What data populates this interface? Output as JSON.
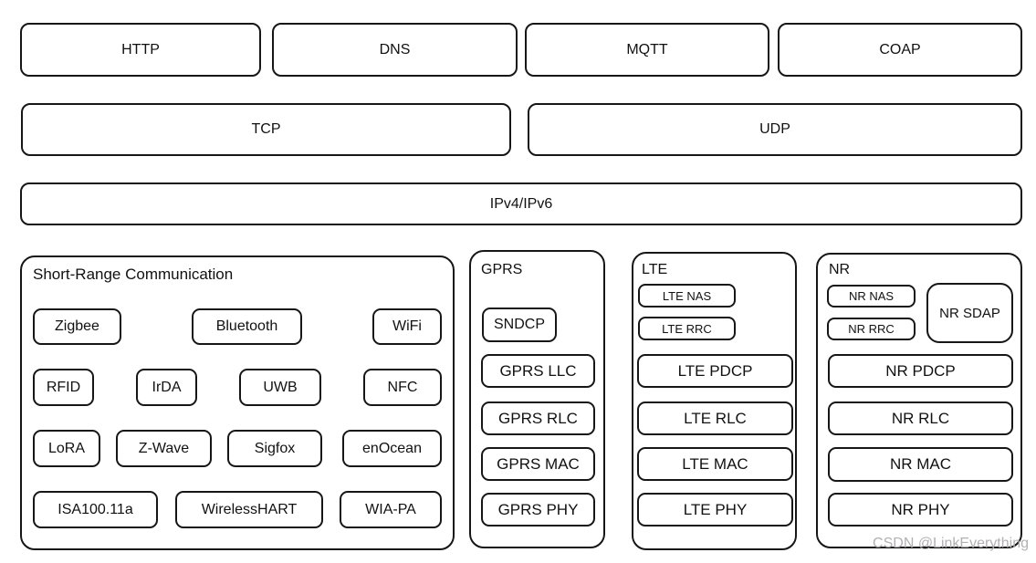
{
  "app_layer": {
    "items": [
      {
        "label": "HTTP"
      },
      {
        "label": "DNS"
      },
      {
        "label": "MQTT"
      },
      {
        "label": "COAP"
      }
    ]
  },
  "transport_layer": {
    "items": [
      {
        "label": "TCP"
      },
      {
        "label": "UDP"
      }
    ]
  },
  "network_layer": {
    "label": "IPv4/IPv6"
  },
  "link_layer": {
    "short_range": {
      "title": "Short-Range Communication",
      "chips": [
        "Zigbee",
        "Bluetooth",
        "WiFi",
        "RFID",
        "IrDA",
        "UWB",
        "NFC",
        "LoRA",
        "Z-Wave",
        "Sigfox",
        "enOcean",
        "ISA100.11a",
        "WirelessHART",
        "WIA-PA"
      ]
    },
    "gprs": {
      "title": "GPRS",
      "layers": [
        "SNDCP",
        "GPRS LLC",
        "GPRS RLC",
        "GPRS MAC",
        "GPRS PHY"
      ]
    },
    "lte": {
      "title": "LTE",
      "layers": [
        "LTE NAS",
        "LTE RRC",
        "LTE PDCP",
        "LTE RLC",
        "LTE MAC",
        "LTE PHY"
      ]
    },
    "nr": {
      "title": "NR",
      "layers": [
        "NR NAS",
        "NR RRC",
        "NR SDAP",
        "NR PDCP",
        "NR RLC",
        "NR MAC",
        "NR PHY"
      ]
    }
  },
  "watermark": "CSDN @LinkEverything",
  "colors": {
    "border": "#161616",
    "background": "#ffffff",
    "text": "#111111",
    "watermark": "#b3b0b3"
  }
}
